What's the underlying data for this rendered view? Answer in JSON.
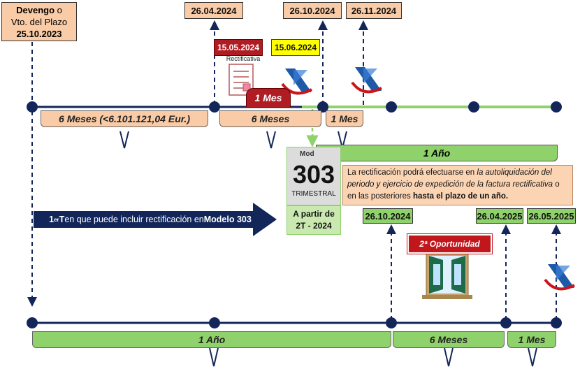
{
  "devengo": {
    "line1_bold": "Devengo",
    "line1_rest": " o",
    "line2": "Vto. del Plazo",
    "line3": "25.10.2023"
  },
  "top_dates": [
    "26.04.2024",
    "26.10.2024",
    "26.11.2024"
  ],
  "rectificativa": {
    "date": "15.05.2024",
    "label": "Rectificativa"
  },
  "yellow_date": "15.06.2024",
  "un_mes_red": "1 Mes",
  "top_bands": {
    "first": "6 Meses (<6.101.121,04 Eur.)",
    "second": "6 Meses",
    "third": "1 Mes"
  },
  "green_band_top": "1 Año",
  "modelo": {
    "prefix": "Mod",
    "number": "303",
    "type": "TRIMESTRAL"
  },
  "apartir": {
    "line1": "A partir de",
    "line2": "2T - 2024"
  },
  "note": {
    "part1": "La rectificación podrá efectuarse en ",
    "part2": "la autoliquidación del periodo y ejercicio de expedición de la factura rectificativa",
    "part3": " o en las posteriores ",
    "part4": "hasta el plazo de un año."
  },
  "arrow": {
    "lead": "1",
    "sup": "er",
    "lead2": "T",
    "text": " en que puede incluir rectificación en ",
    "bold": "Modelo 303"
  },
  "bottom_dates": [
    "26.10.2024",
    "26.04.2025",
    "26.05.2025"
  ],
  "oportunidad": "2ª Oportunidad",
  "bottom_bands": {
    "first": "1 Año",
    "second": "6 Meses",
    "third": "1 Mes"
  },
  "colors": {
    "navy": "#13265a",
    "peach": "#f9cba6",
    "green": "#8fd16a",
    "red": "#b01c24",
    "yellow": "#ffff00"
  }
}
